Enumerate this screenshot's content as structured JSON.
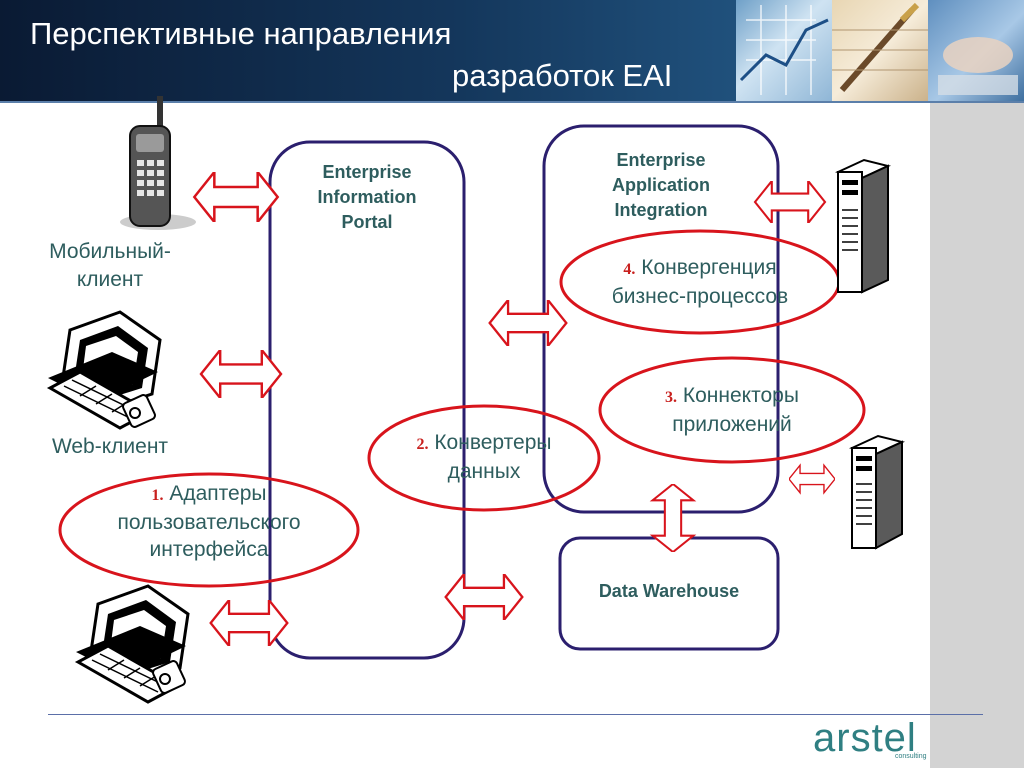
{
  "header": {
    "title_line1": "Перспективные направления",
    "title_line2": "разработок EAI"
  },
  "clients": {
    "mobile_label": "Мобильный-\nклиент",
    "web_label": "Web-клиент"
  },
  "boxes": {
    "portal": "Enterprise\nInformation\nPortal",
    "eai": "Enterprise\nApplication\nIntegration",
    "warehouse": "Data Warehouse"
  },
  "directions": [
    {
      "num": "1.",
      "text": "Адаптеры\nпользовательского\nинтерфейса"
    },
    {
      "num": "2.",
      "text": "Конвертеры\nданных"
    },
    {
      "num": "3.",
      "text": "Коннекторы\nприложений"
    },
    {
      "num": "4.",
      "text": "Конвергенция\nбизнес-процессов"
    }
  ],
  "logo": {
    "name": "arstel",
    "tagline": "consulting"
  },
  "colors": {
    "header_bg": "#14375c",
    "box_border": "#2b1f6e",
    "ellipse_border": "#d8141c",
    "label_text": "#2e5d5e",
    "number_text": "#c8201e",
    "sidebar": "#d3d3d3"
  }
}
